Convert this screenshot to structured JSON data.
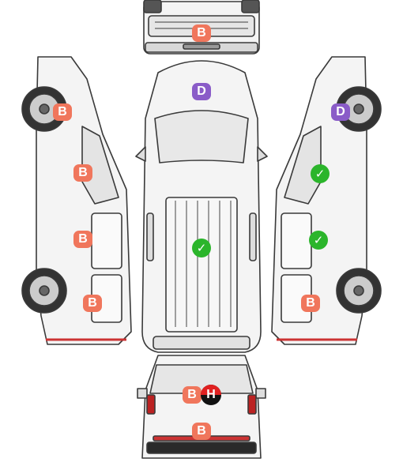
{
  "markers": {
    "front": "B",
    "roof": "D",
    "left_front_wheel": "B",
    "left_front_door": "B",
    "left_middle": "B",
    "left_rear": "B",
    "top_center": "✓",
    "right_front_wheel": "D",
    "right_front_door": "✓",
    "right_middle": "✓",
    "right_rear": "B",
    "rear_window_b": "B",
    "rear_window_h": "H",
    "rear_bumper": "B"
  },
  "colors": {
    "B": "#f0765c",
    "D": "#8a5cc8",
    "ok": "#2bb52b",
    "H_top": "#e02020",
    "H_bottom": "#111111",
    "outline": "#3a3a3a",
    "body": "#f4f4f4"
  }
}
